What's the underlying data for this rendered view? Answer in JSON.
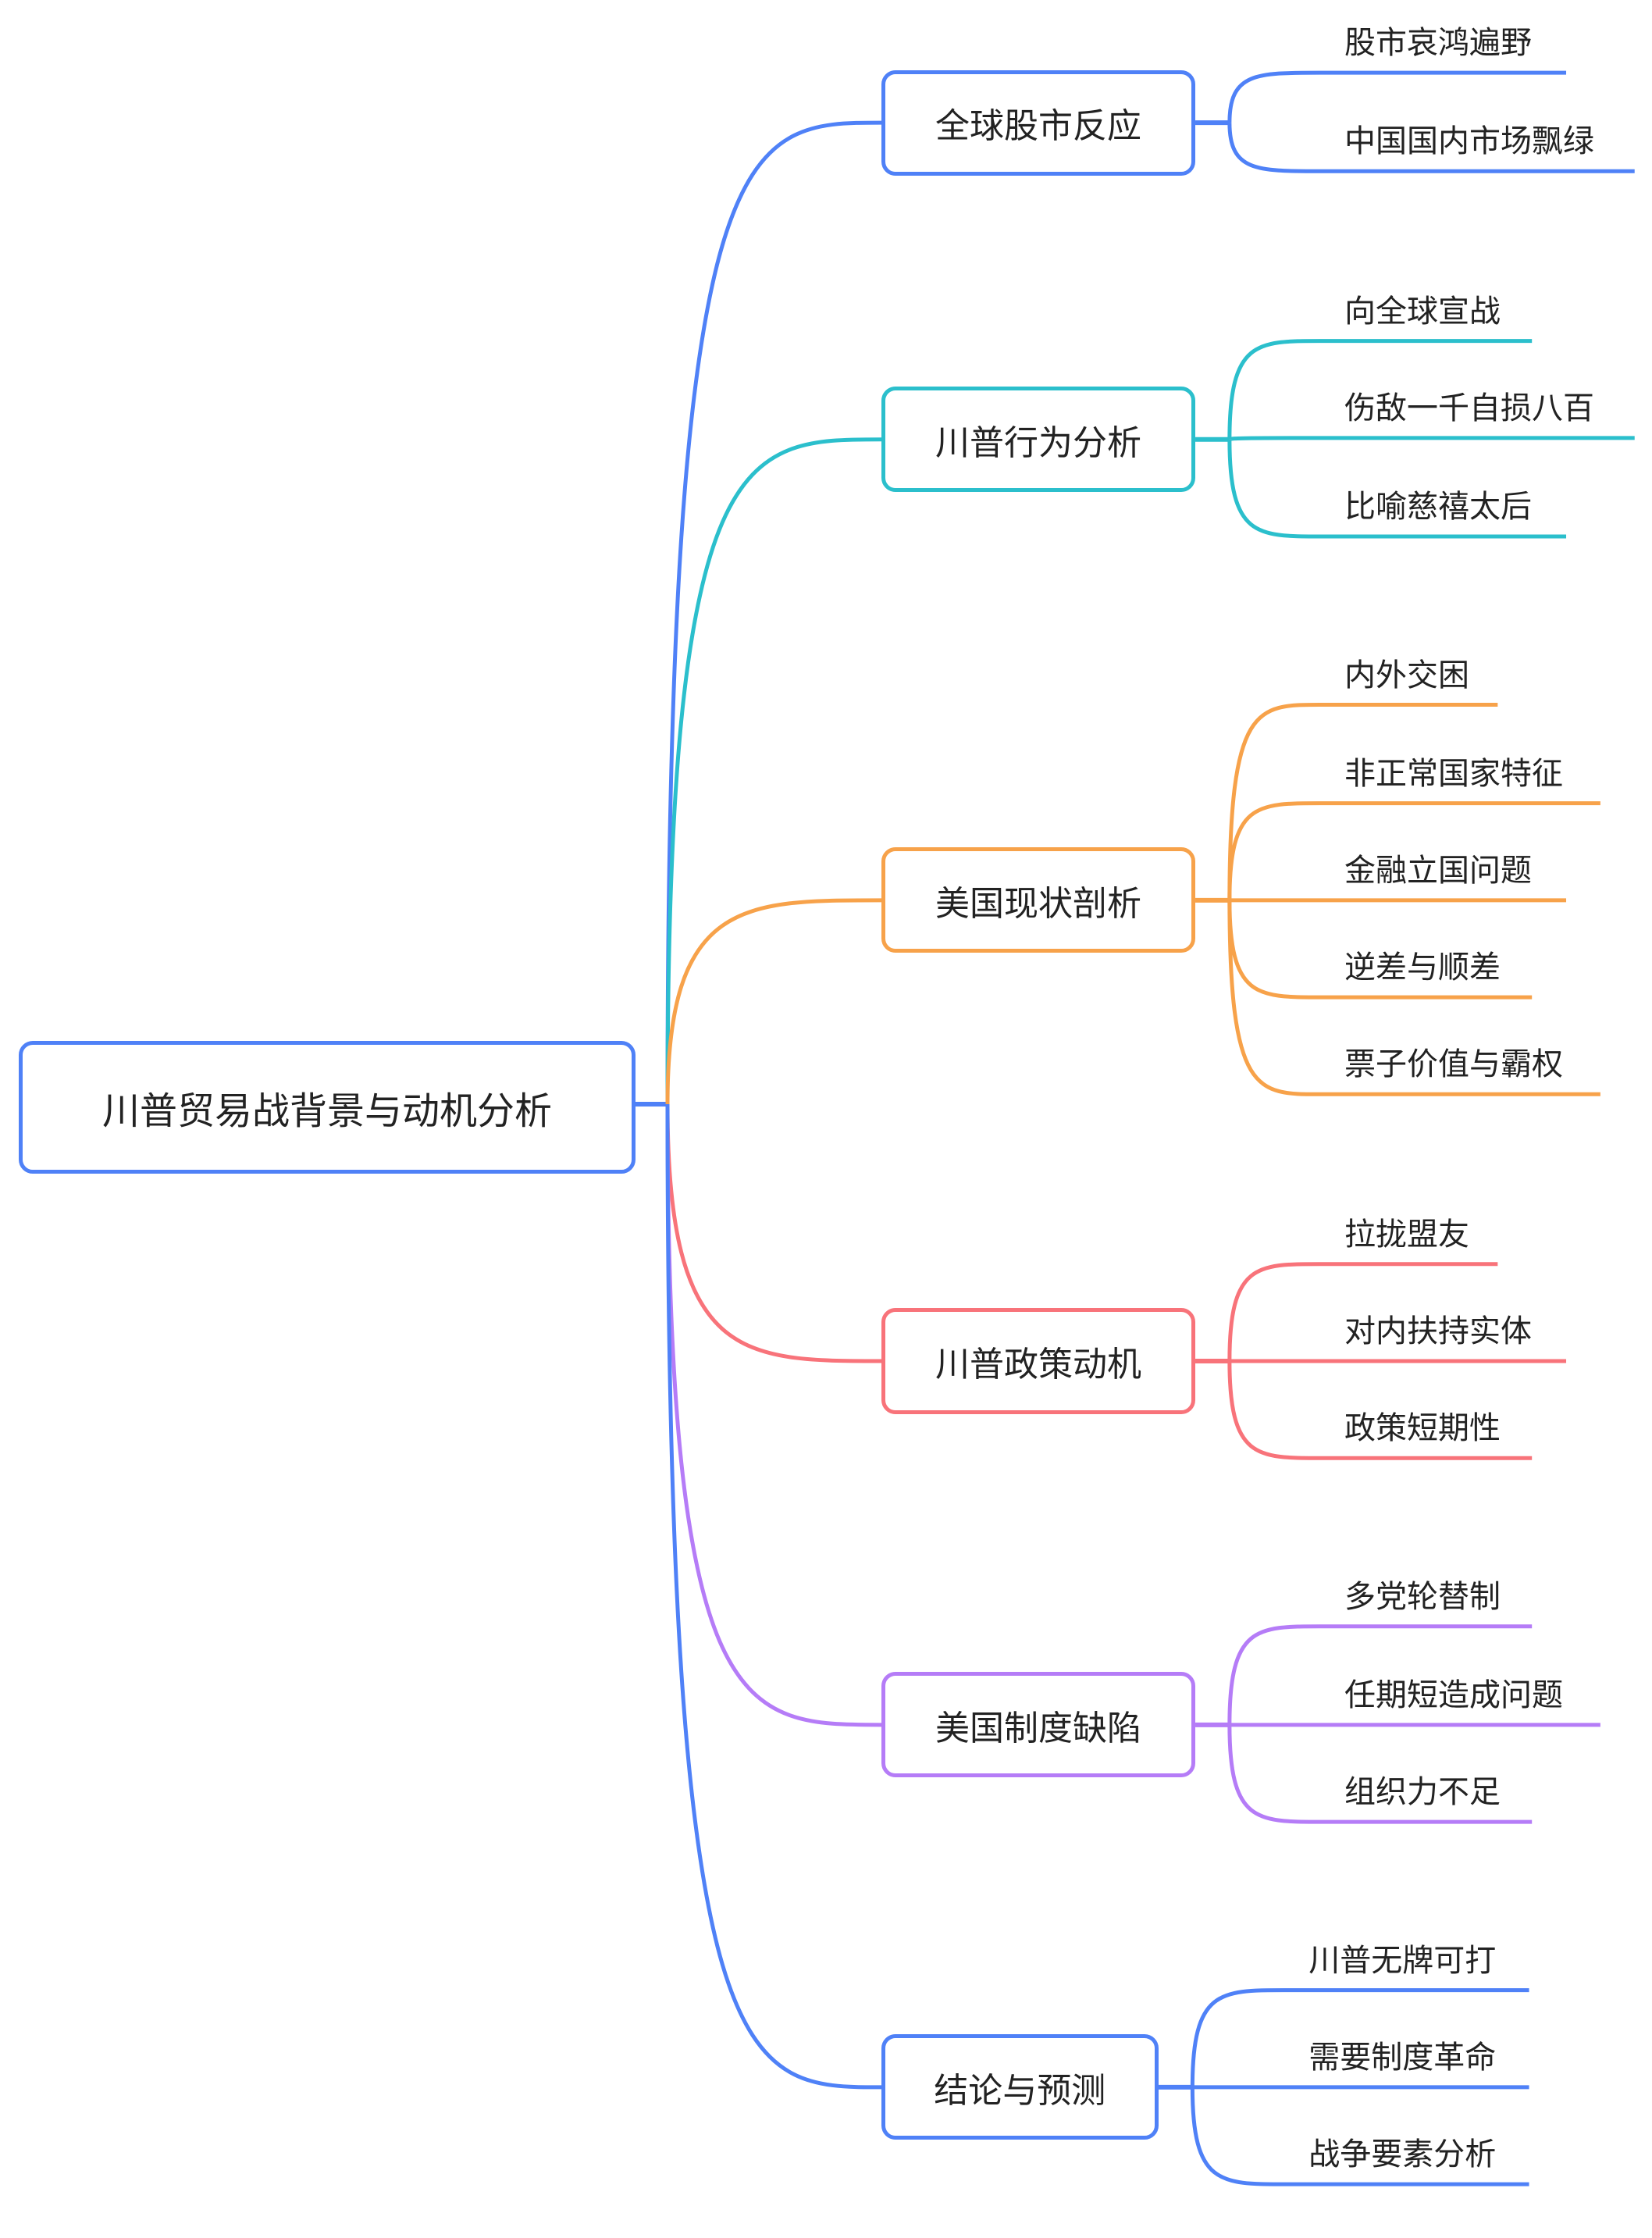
{
  "root": {
    "label": "川普贸易战背景与动机分析",
    "color": "#4f81f7"
  },
  "branches": [
    {
      "label": "全球股市反应",
      "color": "#4f81f7",
      "children": [
        "股市哀鸿遍野",
        "中国国内市场飘绿"
      ]
    },
    {
      "label": "川普行为分析",
      "color": "#2bbfcc",
      "children": [
        "向全球宣战",
        "伤敌一千自损八百",
        "比喻慈禧太后"
      ]
    },
    {
      "label": "美国现状剖析",
      "color": "#f7a24a",
      "children": [
        "内外交困",
        "非正常国家特征",
        "金融立国问题",
        "逆差与顺差",
        "票子价值与霸权"
      ]
    },
    {
      "label": "川普政策动机",
      "color": "#f8737a",
      "children": [
        "拉拢盟友",
        "对内扶持实体",
        "政策短期性"
      ]
    },
    {
      "label": "美国制度缺陷",
      "color": "#b57cf7",
      "children": [
        "多党轮替制",
        "任期短造成问题",
        "组织力不足"
      ]
    },
    {
      "label": "结论与预测",
      "color": "#4f81f7",
      "children": [
        "川普无牌可打",
        "需要制度革命",
        "战争要素分析"
      ]
    }
  ]
}
